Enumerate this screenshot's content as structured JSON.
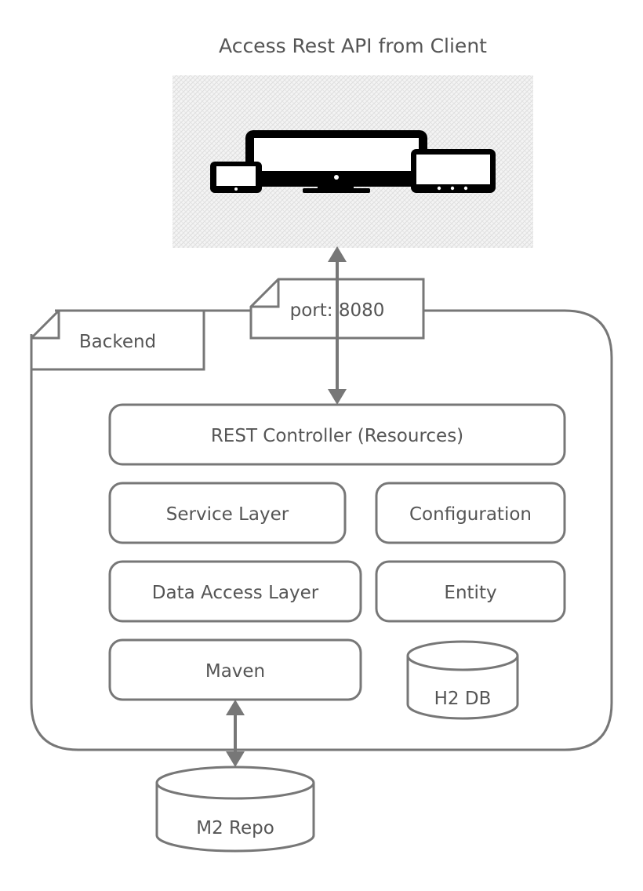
{
  "title": "Access Rest API from Client",
  "colors": {
    "stroke": "#777777",
    "text": "#555555",
    "icon": "#000000",
    "client_bg": "#f1f1f1",
    "background": "#ffffff"
  },
  "icons": {
    "client_devices": "devices-icon",
    "phone": "smartphone-icon",
    "monitor": "desktop-monitor-icon",
    "tablet": "tablet-icon"
  },
  "notes": {
    "port": "port: 8080",
    "backend": "Backend"
  },
  "components": {
    "rest_controller": "REST Controller (Resources)",
    "service_layer": "Service Layer",
    "configuration": "Configuration",
    "data_access_layer": "Data Access Layer",
    "entity": "Entity",
    "maven": "Maven"
  },
  "databases": {
    "h2": "H2 DB",
    "m2_repo": "M2 Repo"
  }
}
